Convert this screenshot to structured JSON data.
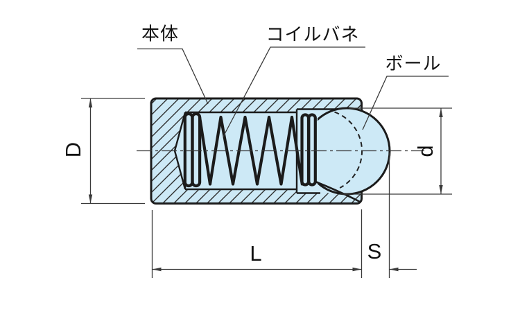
{
  "diagram": {
    "kind": "spring-plunger-cross-section",
    "part_labels": {
      "body": "本体",
      "coil_spring": "コイルバネ",
      "ball": "ボール"
    },
    "dimension_labels": {
      "body_diameter": "D",
      "ball_diameter": "d",
      "body_length": "L",
      "stroke": "S"
    },
    "colors": {
      "part_fill": "#cde9f6",
      "outline": "#1b1b1b",
      "dimension_line": "#3a3a3a",
      "text": "#111111",
      "background": "#ffffff"
    }
  }
}
